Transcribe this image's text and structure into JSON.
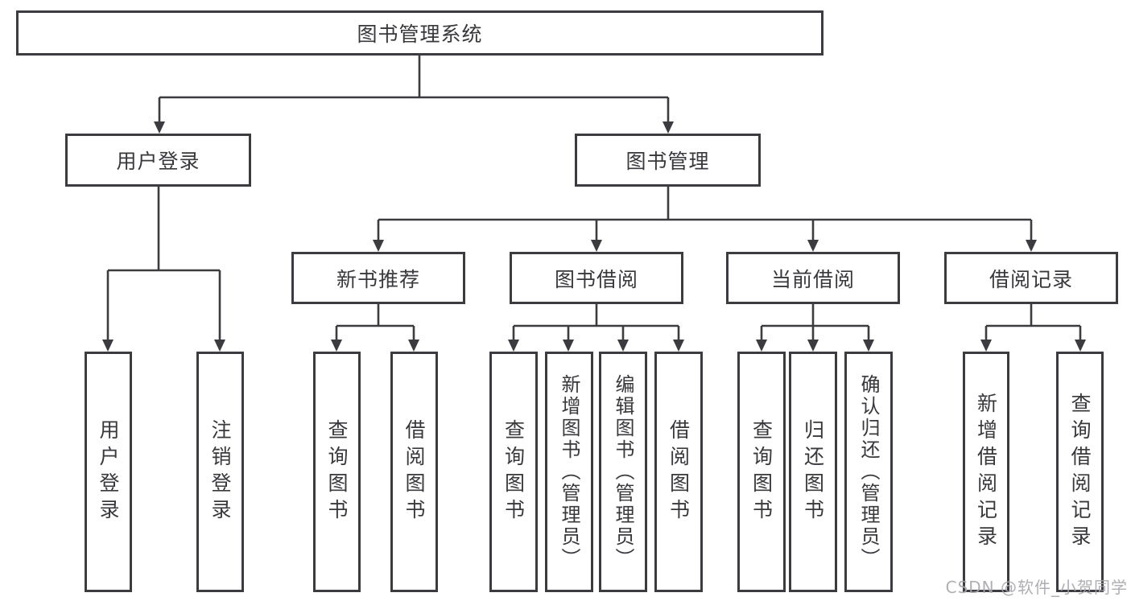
{
  "page": {
    "background": "#ffffff",
    "line_color": "#3b3b40",
    "text_color": "#38383d",
    "watermark_color": "#a6a6ac"
  },
  "watermark": "CSDN @软件_小贺同学",
  "tree": {
    "root": {
      "label": "图书管理系统"
    },
    "branches": [
      {
        "label": "用户登录",
        "children": [
          {
            "label": "用户登录"
          },
          {
            "label": "注销登录"
          }
        ]
      },
      {
        "label": "图书管理",
        "children": [
          {
            "label": "新书推荐",
            "children": [
              {
                "label": "查询图书"
              },
              {
                "label": "借阅图书"
              }
            ]
          },
          {
            "label": "图书借阅",
            "children": [
              {
                "label": "查询图书"
              },
              {
                "label": "新增图书（管理员）"
              },
              {
                "label": "编辑图书（管理员）"
              },
              {
                "label": "借阅图书"
              }
            ]
          },
          {
            "label": "当前借阅",
            "children": [
              {
                "label": "查询图书"
              },
              {
                "label": "归还图书"
              },
              {
                "label": "确认归还（管理员）"
              }
            ]
          },
          {
            "label": "借阅记录",
            "children": [
              {
                "label": "新增借阅记录"
              },
              {
                "label": "查询借阅记录"
              }
            ]
          }
        ]
      }
    ]
  }
}
